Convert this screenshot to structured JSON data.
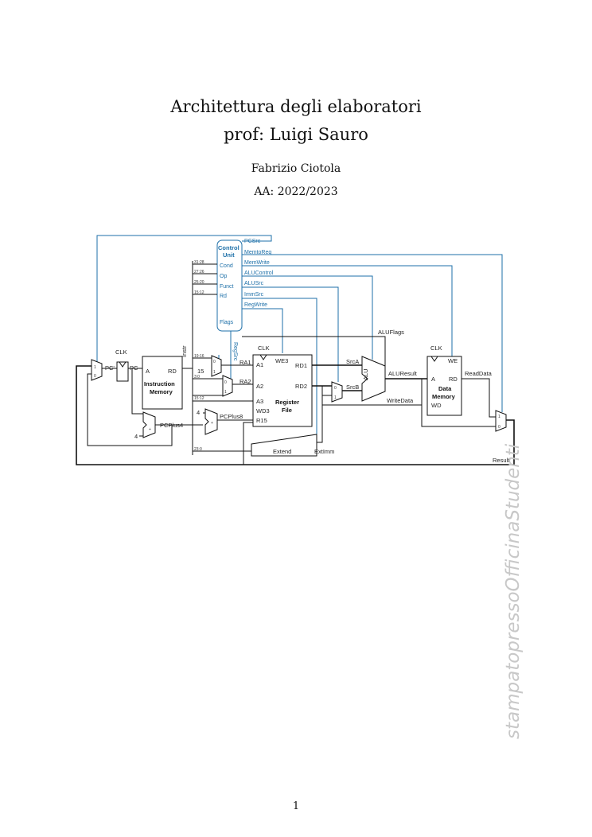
{
  "header": {
    "course_title": "Architettura degli elaboratori",
    "professor": "prof: Luigi Sauro",
    "author": "Fabrizio Ciotola",
    "academic_year": "AA: 2022/2023"
  },
  "watermark": "stampatopressoOfficinaStudenti",
  "page_number": "1",
  "diagram": {
    "control_unit": {
      "title1": "Control",
      "title2": "Unit",
      "inputs": [
        "Cond",
        "Op",
        "Funct",
        "Rd"
      ],
      "flags": "Flags"
    },
    "control_signals": [
      "PCSrc",
      "MemtoReg",
      "MemWrite",
      "ALUControl",
      "ALUSrc",
      "ImmSrc",
      "RegWrite"
    ],
    "bit_ranges": [
      "31:28",
      "27:26",
      "25:20",
      "15:12",
      "19:16",
      "3:0",
      "15:12",
      "23:0"
    ],
    "reg_src": "RegSrc",
    "instr": "Instr",
    "clk": "CLK",
    "pc_prime": "PC'",
    "pc": "PC",
    "instruction_memory": {
      "addr": "A",
      "rd": "RD",
      "name1": "Instruction",
      "name2": "Memory"
    },
    "register_file": {
      "a1": "A1",
      "a2": "A2",
      "a3": "A3",
      "wd3": "WD3",
      "r15": "R15",
      "we3": "WE3",
      "rd1": "RD1",
      "rd2": "RD2",
      "name1": "Register",
      "name2": "File"
    },
    "ra1": "RA1",
    "ra2": "RA2",
    "const15": "15",
    "const4a": "4",
    "const4b": "4",
    "pcplus4": "PCPlus4",
    "pcplus8": "PCPlus8",
    "extend": "Extend",
    "extimm": "ExtImm",
    "srca": "SrcA",
    "srcb": "SrcB",
    "alu": "ALU",
    "aluflags": "ALUFlags",
    "aluresult": "ALUResult",
    "writedata": "WriteData",
    "data_memory": {
      "we": "WE",
      "addr": "A",
      "rd": "RD",
      "wd": "WD",
      "name1": "Data",
      "name2": "Memory"
    },
    "readdata": "ReadData",
    "result": "Result",
    "mux_bits": {
      "zero": "0",
      "one": "1",
      "plus": "+"
    },
    "colors": {
      "control": "#1c6fa8",
      "datapath": "#111111"
    }
  }
}
